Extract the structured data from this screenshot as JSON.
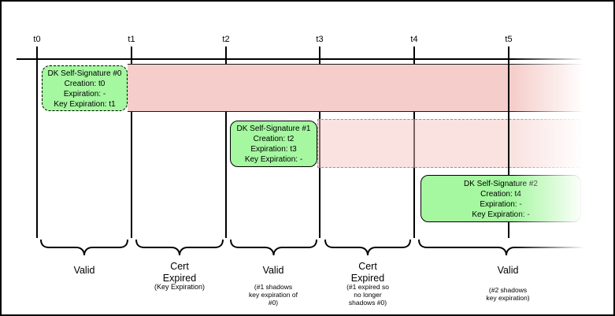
{
  "diagram_type": "dk-self-signature-validity-timeline",
  "colors": {
    "valid_box_green": "#a5f7a0",
    "expired_band_pink": "#f5cdca",
    "expired_band_faint_pink": "#fae7e5",
    "line_black": "#000000"
  },
  "timeline": {
    "tick_labels": [
      "t0",
      "t1",
      "t2",
      "t3",
      "t4",
      "t5"
    ]
  },
  "signatures": [
    {
      "title": "DK Self-Signature #0",
      "creation": "Creation: t0",
      "expiration": "Expiration: -",
      "key_expiration": "Key Expiration: t1"
    },
    {
      "title": "DK Self-Signature #1",
      "creation": "Creation: t2",
      "expiration": "Expiration: t3",
      "key_expiration": "Key Expiration: -"
    },
    {
      "title": "DK Self-Signature #2",
      "creation": "Creation: t4",
      "expiration": "Expiration: -",
      "key_expiration": "Key Expiration: -"
    }
  ],
  "regions": [
    {
      "label": "Valid",
      "note": ""
    },
    {
      "label": "Cert\nExpired",
      "note": "(Key Expiration)"
    },
    {
      "label": "Valid",
      "note": "(#1 shadows\nkey expiration of\n#0)"
    },
    {
      "label": "Cert\nExpired",
      "note": "(#1 expired so\nno longer\nshadows #0)"
    },
    {
      "label": "Valid",
      "note": "(#2 shadows\nkey expiration)"
    }
  ]
}
